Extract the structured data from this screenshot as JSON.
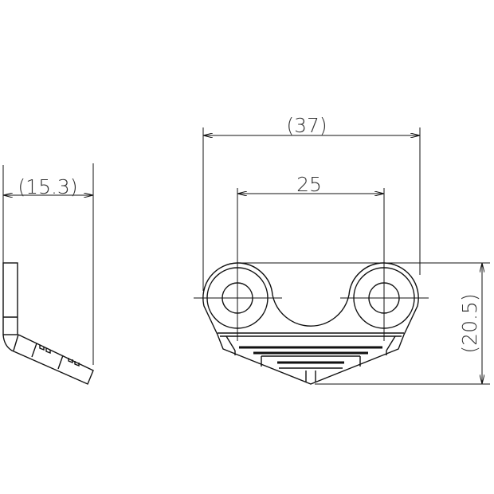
{
  "side_view": {
    "width_label": "(15.3)"
  },
  "front_view": {
    "overall_width_label": "(37)",
    "hole_spacing_label": "25",
    "height_label": "(20.5)"
  },
  "colors": {
    "line": "#111111",
    "background": "#ffffff"
  }
}
